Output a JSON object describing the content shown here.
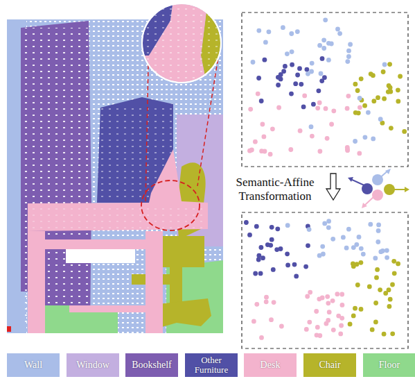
{
  "diagram": {
    "labels": [
      "Semantic-Affine Transformation"
    ],
    "legend": [
      {
        "text": "Wall",
        "color": "#a9bde8"
      },
      {
        "text": "Window",
        "color": "#c3afe0"
      },
      {
        "text": "Bookshelf",
        "color": "#7d5db0"
      },
      {
        "text": "Other Furniture",
        "color": "#5150a6"
      },
      {
        "text": "Desk",
        "color": "#f3b3cd"
      },
      {
        "text": "Chair",
        "color": "#b6b42a"
      },
      {
        "text": "Floor",
        "color": "#8fd98c"
      }
    ]
  }
}
